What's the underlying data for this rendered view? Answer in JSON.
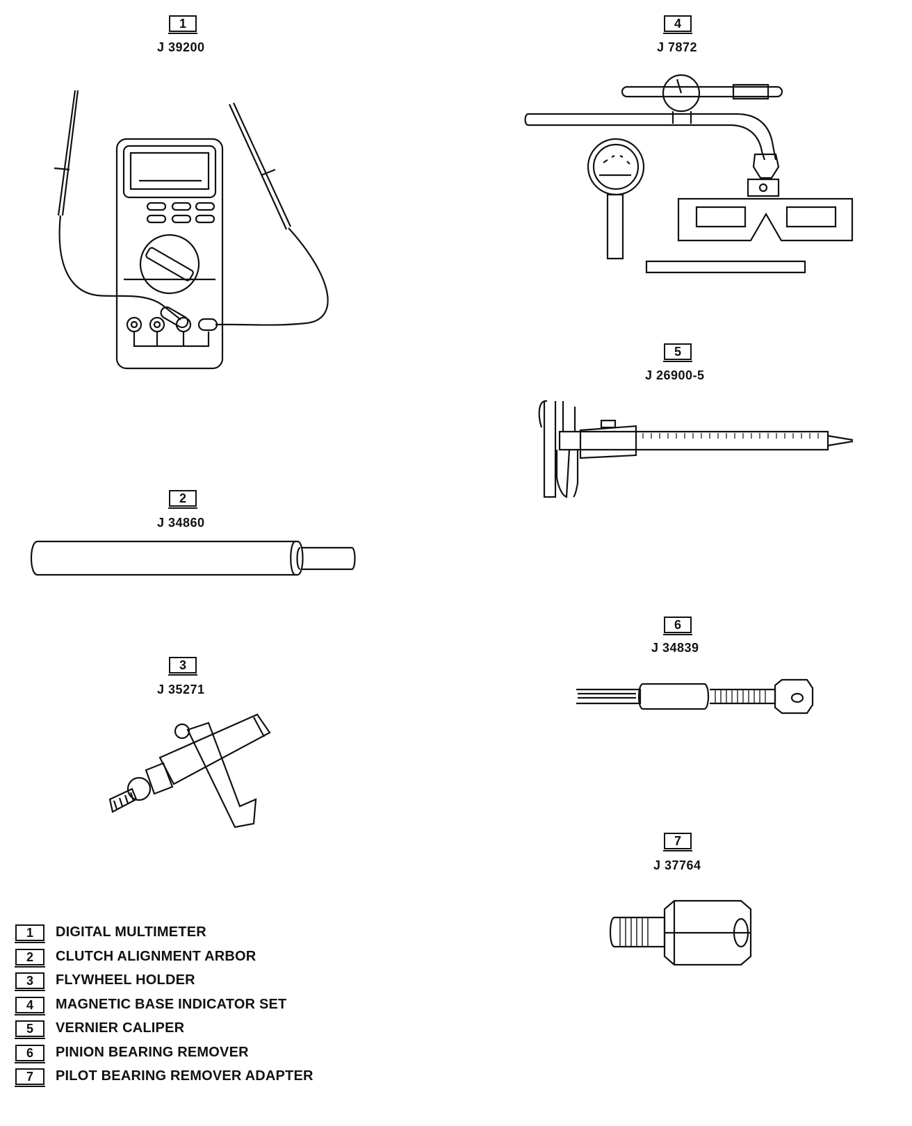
{
  "tools": [
    {
      "num": "1",
      "part": "J 39200"
    },
    {
      "num": "2",
      "part": "J 34860"
    },
    {
      "num": "3",
      "part": "J 35271"
    },
    {
      "num": "4",
      "part": "J 7872"
    },
    {
      "num": "5",
      "part": "J 26900-5"
    },
    {
      "num": "6",
      "part": "J 34839"
    },
    {
      "num": "7",
      "part": "J 37764"
    }
  ],
  "legend": [
    {
      "num": "1",
      "label": "DIGITAL MULTIMETER"
    },
    {
      "num": "2",
      "label": "CLUTCH ALIGNMENT ARBOR"
    },
    {
      "num": "3",
      "label": "FLYWHEEL HOLDER"
    },
    {
      "num": "4",
      "label": "MAGNETIC BASE INDICATOR SET"
    },
    {
      "num": "5",
      "label": "VERNIER CALIPER"
    },
    {
      "num": "6",
      "label": "PINION BEARING REMOVER"
    },
    {
      "num": "7",
      "label": "PILOT BEARING REMOVER ADAPTER"
    }
  ]
}
